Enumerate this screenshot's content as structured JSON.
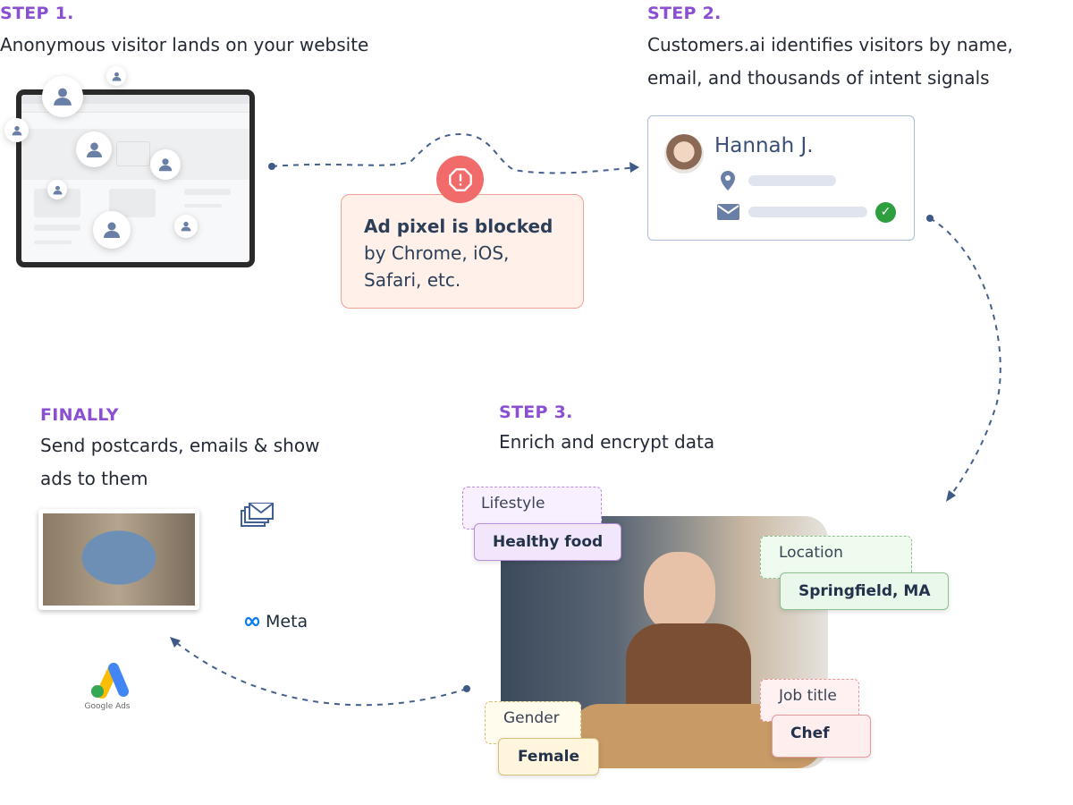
{
  "step1": {
    "label": "STEP 1.",
    "text": "Anonymous visitor lands on your website"
  },
  "alert": {
    "title": "Ad pixel is blocked",
    "line1": "by Chrome, iOS,",
    "line2": "Safari, etc."
  },
  "step2": {
    "label": "STEP 2.",
    "line1": "Customers.ai identifies visitors by name,",
    "line2": "email, and thousands of intent signals"
  },
  "card": {
    "name": "Hannah J."
  },
  "step3": {
    "label": "STEP 3.",
    "text": "Enrich and encrypt data"
  },
  "tags": {
    "lifestyle": {
      "label": "Lifestyle",
      "value": "Healthy food"
    },
    "location": {
      "label": "Location",
      "value": "Springfield, MA"
    },
    "gender": {
      "label": "Gender",
      "value": "Female"
    },
    "job": {
      "label": "Job title",
      "value": "Chef"
    }
  },
  "finally": {
    "label": "FINALLY",
    "line1": "Send postcards, emails & show",
    "line2": "ads to them"
  },
  "logos": {
    "meta": "Meta",
    "google": "Google Ads"
  },
  "colors": {
    "accent": "#8b4fd1",
    "arrow": "#3f5a86",
    "alert": "#f26b6b",
    "check": "#2e9e3e"
  }
}
